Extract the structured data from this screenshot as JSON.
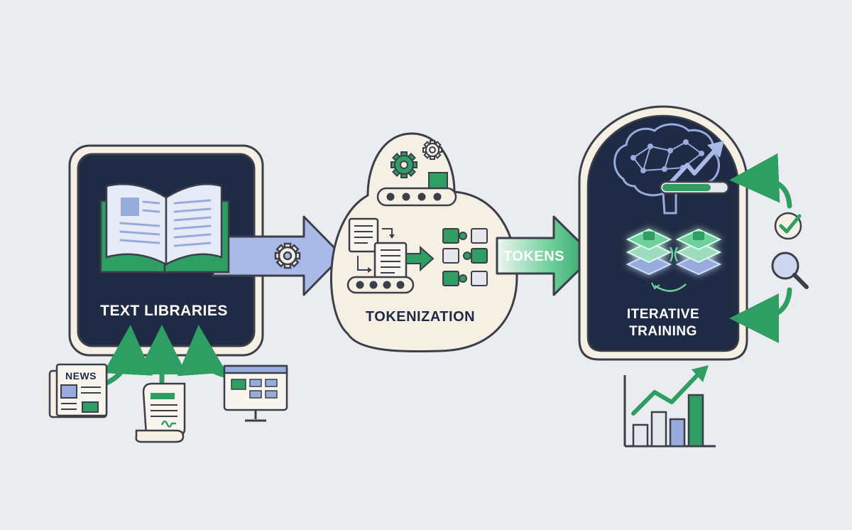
{
  "stages": {
    "text_libraries": {
      "label": "TEXT LIBRARIES"
    },
    "tokenization": {
      "label": "TOKENIZATION"
    },
    "tokens_arrow": {
      "label": "TOKENS"
    },
    "iterative_training": {
      "label_line1": "ITERATIVE",
      "label_line2": "TRAINING"
    }
  },
  "sources": {
    "newspaper": {
      "label": "NEWS"
    }
  },
  "colors": {
    "navy": "#1f2a44",
    "cream": "#f5efe4",
    "green": "#2e9e63",
    "lavender": "#98abdc",
    "outline": "#3a3f4a"
  },
  "icons": [
    "open-book-icon",
    "gear-icon",
    "newspaper-icon",
    "document-scroll-icon",
    "monitor-icon",
    "conveyor-icon",
    "puzzle-icon",
    "brain-icon",
    "progress-bar-icon",
    "layer-stack-icon",
    "checkmark-icon",
    "magnifier-icon",
    "bar-chart-icon"
  ]
}
